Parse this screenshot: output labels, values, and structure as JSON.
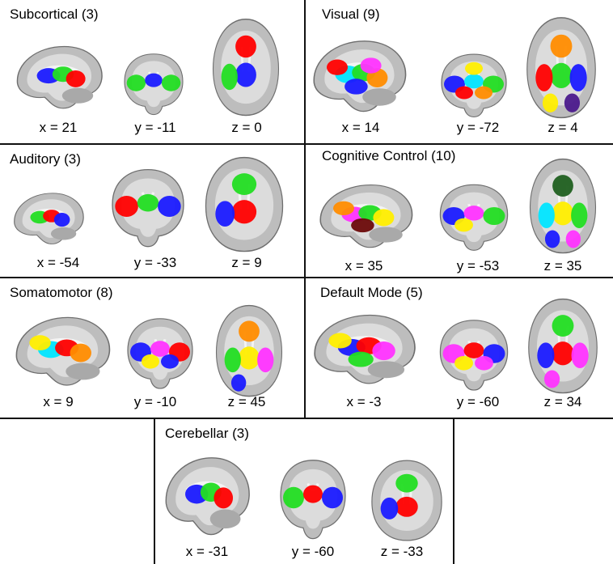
{
  "colors": {
    "red": "#ff0000",
    "green": "#22dd22",
    "blue": "#1a1aff",
    "orange": "#ff8c00",
    "yellow": "#ffee00",
    "cyan": "#00e5ff",
    "magenta": "#ff33ff",
    "purple": "#4b1a8c",
    "darkgreen": "#1f5f1f",
    "darkred": "#6b0a0a"
  },
  "panels": [
    {
      "id": "subcortical",
      "title": "Subcortical (3)",
      "views": [
        {
          "type": "sagittal",
          "coord": "x = 21",
          "blobs": [
            "blue",
            "green",
            "red"
          ]
        },
        {
          "type": "coronal",
          "coord": "y = -11",
          "blobs": [
            "green",
            "blue",
            "green"
          ]
        },
        {
          "type": "axial",
          "coord": "z = 0",
          "blobs": [
            "red",
            "blue",
            "green"
          ]
        }
      ]
    },
    {
      "id": "visual",
      "title": "Visual (9)",
      "views": [
        {
          "type": "sagittal",
          "coord": "x = 14",
          "blobs": [
            "cyan",
            "green",
            "orange",
            "red",
            "blue",
            "magenta"
          ]
        },
        {
          "type": "coronal",
          "coord": "y = -72",
          "blobs": [
            "blue",
            "cyan",
            "green",
            "red",
            "orange",
            "yellow"
          ]
        },
        {
          "type": "axial",
          "coord": "z = 4",
          "blobs": [
            "orange",
            "green",
            "red",
            "blue",
            "yellow",
            "purple"
          ]
        }
      ]
    },
    {
      "id": "auditory",
      "title": "Auditory (3)",
      "views": [
        {
          "type": "sagittal",
          "coord": "x = -54",
          "blobs": [
            "green",
            "red",
            "blue"
          ]
        },
        {
          "type": "coronal",
          "coord": "y = -33",
          "blobs": [
            "red",
            "green",
            "blue"
          ]
        },
        {
          "type": "axial",
          "coord": "z = 9",
          "blobs": [
            "green",
            "red",
            "blue"
          ]
        }
      ]
    },
    {
      "id": "cognitive-control",
      "title": "Cognitive Control (10)",
      "views": [
        {
          "type": "sagittal",
          "coord": "x = 35",
          "blobs": [
            "magenta",
            "green",
            "yellow",
            "orange",
            "darkred"
          ]
        },
        {
          "type": "coronal",
          "coord": "y = -53",
          "blobs": [
            "blue",
            "magenta",
            "green",
            "yellow"
          ]
        },
        {
          "type": "axial",
          "coord": "z = 35",
          "blobs": [
            "darkgreen",
            "yellow",
            "cyan",
            "green",
            "blue",
            "magenta"
          ]
        }
      ]
    },
    {
      "id": "somatomotor",
      "title": "Somatomotor (8)",
      "views": [
        {
          "type": "sagittal",
          "coord": "x = 9",
          "blobs": [
            "cyan",
            "red",
            "orange",
            "yellow"
          ]
        },
        {
          "type": "coronal",
          "coord": "y = -10",
          "blobs": [
            "blue",
            "magenta",
            "red",
            "yellow",
            "blue"
          ]
        },
        {
          "type": "axial",
          "coord": "z = 45",
          "blobs": [
            "orange",
            "yellow",
            "green",
            "magenta",
            "blue"
          ]
        }
      ]
    },
    {
      "id": "default-mode",
      "title": "Default Mode (5)",
      "views": [
        {
          "type": "sagittal",
          "coord": "x = -3",
          "blobs": [
            "blue",
            "red",
            "magenta",
            "yellow",
            "green"
          ]
        },
        {
          "type": "coronal",
          "coord": "y = -60",
          "blobs": [
            "magenta",
            "red",
            "blue",
            "yellow",
            "magenta"
          ]
        },
        {
          "type": "axial",
          "coord": "z = 34",
          "blobs": [
            "green",
            "red",
            "blue",
            "magenta",
            "magenta"
          ]
        }
      ]
    },
    {
      "id": "cerebellar",
      "title": "Cerebellar (3)",
      "views": [
        {
          "type": "sagittal",
          "coord": "x = -31",
          "blobs": [
            "blue",
            "green",
            "red"
          ]
        },
        {
          "type": "coronal",
          "coord": "y = -60",
          "blobs": [
            "green",
            "red",
            "blue"
          ]
        },
        {
          "type": "axial",
          "coord": "z = -33",
          "blobs": [
            "green",
            "red",
            "blue"
          ]
        }
      ]
    }
  ]
}
